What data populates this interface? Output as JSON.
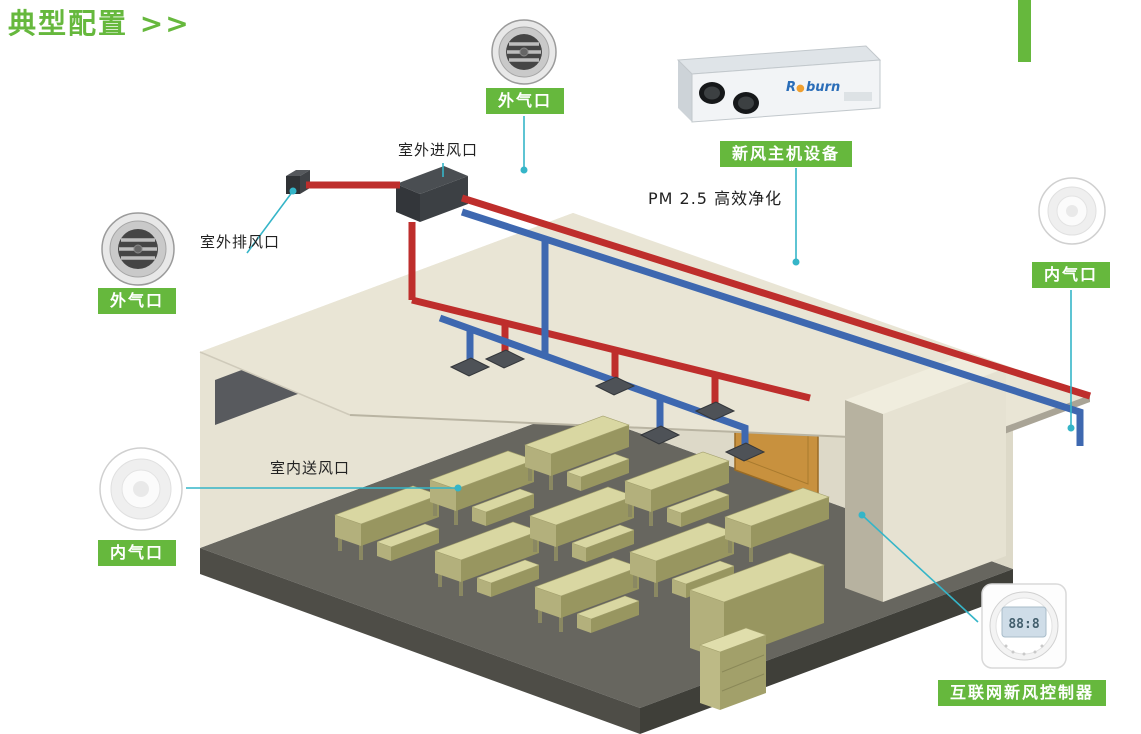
{
  "title": "典型配置 >>",
  "colors": {
    "green": "#66b83d",
    "teal": "#35b5c8",
    "pipe_red": "#be2e2c",
    "pipe_blue": "#3e68b0",
    "wall_cream": "#e9e5d5",
    "floor_dark": "#67665f",
    "desk_top": "#d9d7a2",
    "door_orange": "#c8913e"
  },
  "labels": {
    "outdoor_vent_top": "外气口",
    "outdoor_vent_left": "外气口",
    "main_unit": "新风主机设备",
    "indoor_vent_right": "内气口",
    "indoor_vent_left": "内气口",
    "controller": "互联网新风控制器"
  },
  "annotations": {
    "outdoor_intake": "室外进风口",
    "outdoor_exhaust": "室外排风口",
    "pm25": "PM 2.5 高效净化",
    "indoor_supply": "室内送风口"
  },
  "main_unit": {
    "brand_prefix": "R",
    "brand_mid": "●",
    "brand_suffix": "burn"
  },
  "controller": {
    "display": "88:8"
  }
}
